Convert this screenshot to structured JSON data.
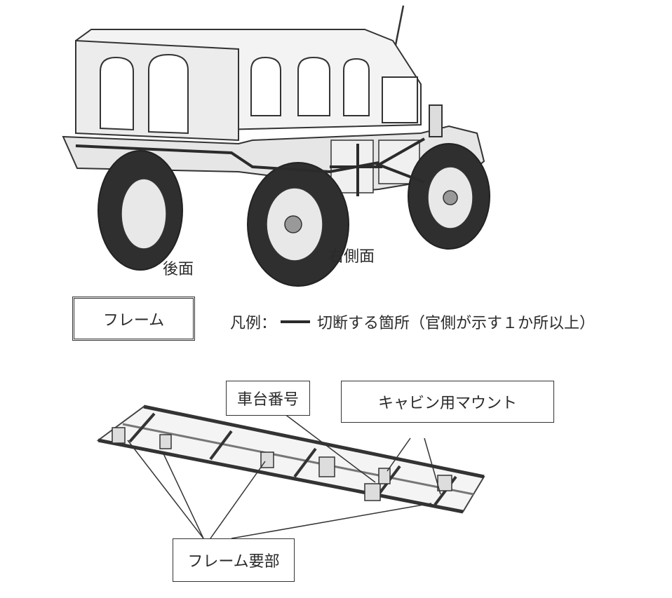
{
  "vehicle": {
    "label_rear": "後面",
    "label_right": "右側面"
  },
  "frame_box": {
    "title": "フレーム"
  },
  "legend": {
    "prefix": "凡例：",
    "text": "切断する箇所（官側が示す１か所以上）",
    "line_color": "#2b2b2b"
  },
  "frame_callouts": {
    "chassis_number": "車台番号",
    "cabin_mount": "キャビン用マウント",
    "frame_main": "フレーム要部"
  }
}
